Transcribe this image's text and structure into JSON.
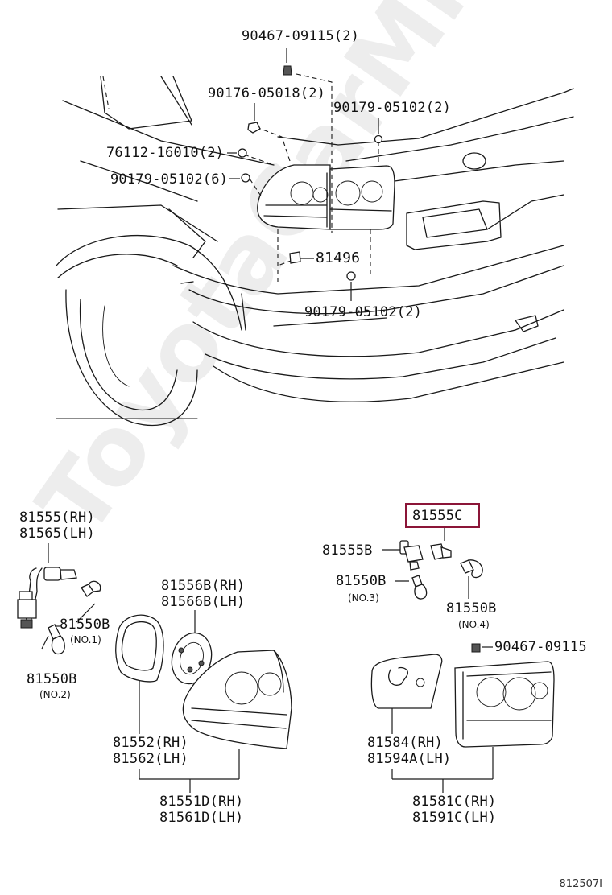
{
  "watermark": "ToyotaCarMine.ru",
  "figure_id": "812507I",
  "upper": {
    "l_bolt_top": "90467-09115(2)",
    "l_nut_90176": "90176-05018(2)",
    "l_clip_r": "90179-05102(2)",
    "l_76112": "76112-16010(2)",
    "l_90179_6": "90179-05102(6)",
    "l_81496": "81496",
    "l_90179_bot": "90179-05102(2)"
  },
  "left": {
    "socket_rh": "81555(RH)",
    "socket_lh": "81565(LH)",
    "bulb_no1": "81550B",
    "bulb_no1_sub": "(NO.1)",
    "bulb_no2": "81550B",
    "bulb_no2_sub": "(NO.2)",
    "gasket_rh": "81556B(RH)",
    "gasket_lh": "81566B(LH)",
    "lens_rh": "81552(RH)",
    "lens_lh": "81562(LH)",
    "assy_rh": "81551D(RH)",
    "assy_lh": "81561D(LH)"
  },
  "right": {
    "highlighted": "81555C",
    "socket_b": "81555B",
    "bulb_no3": "81550B",
    "bulb_no3_sub": "(NO.3)",
    "bulb_no4": "81550B",
    "bulb_no4_sub": "(NO.4)",
    "screw": "90467-09115",
    "gasket_rh": "81584(RH)",
    "gasket_lh": "81594A(LH)",
    "assy_rh": "81581C(RH)",
    "assy_lh": "81591C(LH)"
  },
  "colors": {
    "highlight": "#8b1538",
    "ink": "#1a1a1a"
  }
}
